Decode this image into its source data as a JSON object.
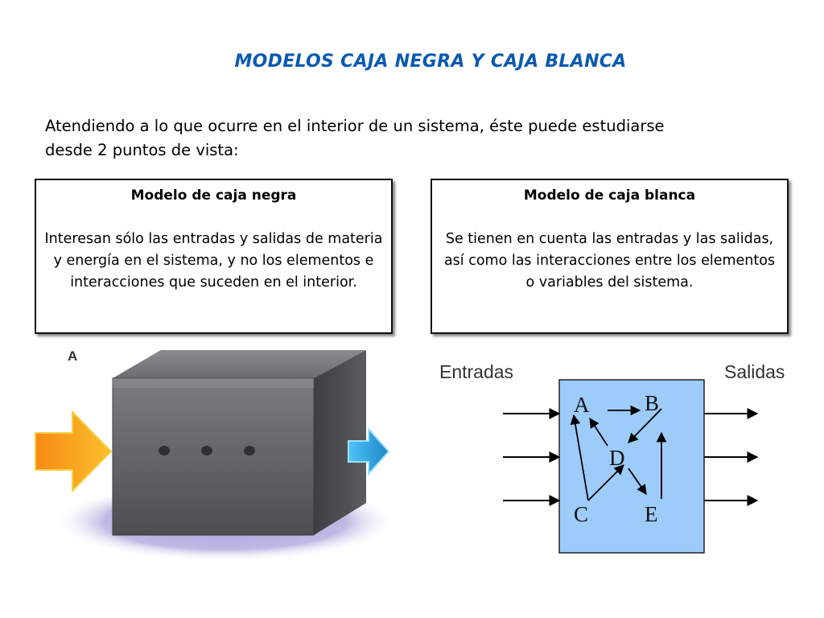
{
  "slide": {
    "title": "MODELOS CAJA NEGRA Y CAJA BLANCA",
    "intro": "Atendiendo a lo que ocurre en el interior de un sistema, éste puede estudiarse desde 2 puntos de vista:"
  },
  "black_box": {
    "heading": "Modelo de caja negra",
    "text": "Interesan sólo las entradas y salidas de materia y energía en el sistema, y no los elementos e interacciones que suceden en el interior.",
    "figure_label": "A"
  },
  "white_box": {
    "heading": "Modelo de caja blanca",
    "text": "Se tienen en cuenta las entradas y las salidas, así como las interacciones entre los elementos o variables del sistema.",
    "inputs_label": "Entradas",
    "outputs_label": "Salidas",
    "nodes": [
      "A",
      "B",
      "C",
      "D",
      "E"
    ]
  },
  "colors": {
    "title": "#0b5ab0",
    "white_box_fill": "#9dcbfa",
    "cube_face": "#5f6166",
    "input_arrow": "#f7a11b",
    "output_arrow": "#2aa6e0",
    "shadow": "#a99fd6"
  }
}
